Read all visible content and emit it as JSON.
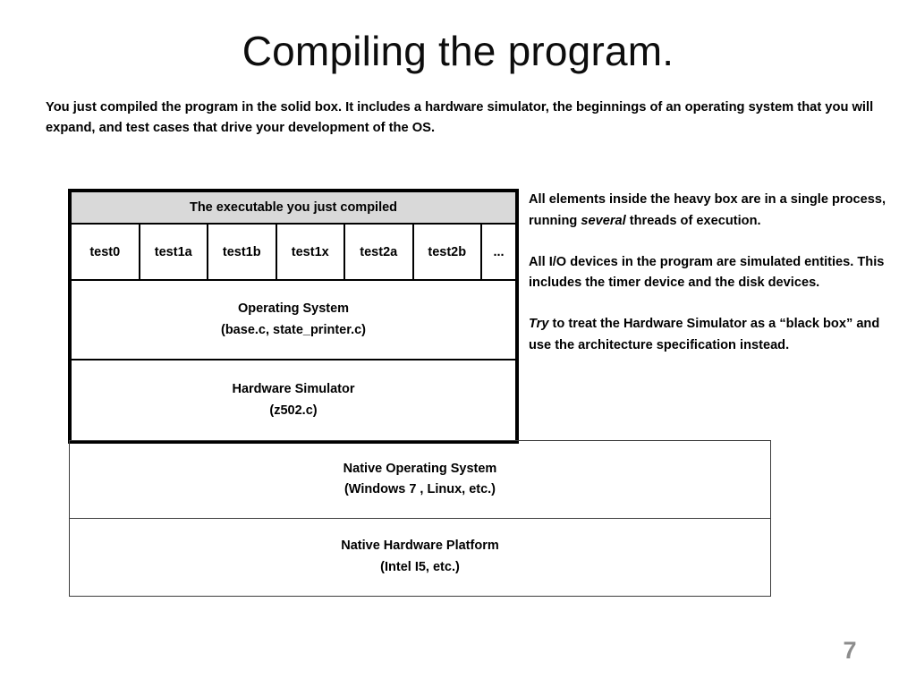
{
  "slide": {
    "title": "Compiling the program.",
    "subtitle": "You just compiled the program in the solid box.  It includes a hardware simulator, the beginnings of an operating system that you will expand, and test cases that drive your development of the OS.",
    "page_number": "7"
  },
  "diagram": {
    "executable_box": {
      "header": "The executable you just compiled",
      "test_cells": [
        "test0",
        "test1a",
        "test1b",
        "test1x",
        "test2a",
        "test2b",
        "..."
      ],
      "operating_system": {
        "line1": "Operating System",
        "line2": "(base.c, state_printer.c)"
      },
      "hardware_simulator": {
        "line1": "Hardware Simulator",
        "line2": "(z502.c)"
      },
      "header_fill_color": "#d9d9d9",
      "border_color": "#000000"
    },
    "native_boxes": {
      "native_operating_system": {
        "line1": "Native Operating System",
        "line2": "(Windows 7 , Linux, etc.)"
      },
      "native_hardware_platform": {
        "line1": "Native Hardware Platform",
        "line2": "(Intel I5, etc.)"
      },
      "border_color": "#3c3c3c"
    }
  },
  "notes": {
    "paragraph1": {
      "part1": "All elements inside the heavy box are in a single process, running ",
      "emphasis": "several",
      "part2": " threads of execution."
    },
    "paragraph2": "All I/O devices in the program are simulated entities.  This includes the timer device and the disk devices.",
    "paragraph3": {
      "emphasis": "Try",
      "rest": " to treat the  Hardware Simulator as a “black box” and use the  architecture specification instead."
    }
  }
}
